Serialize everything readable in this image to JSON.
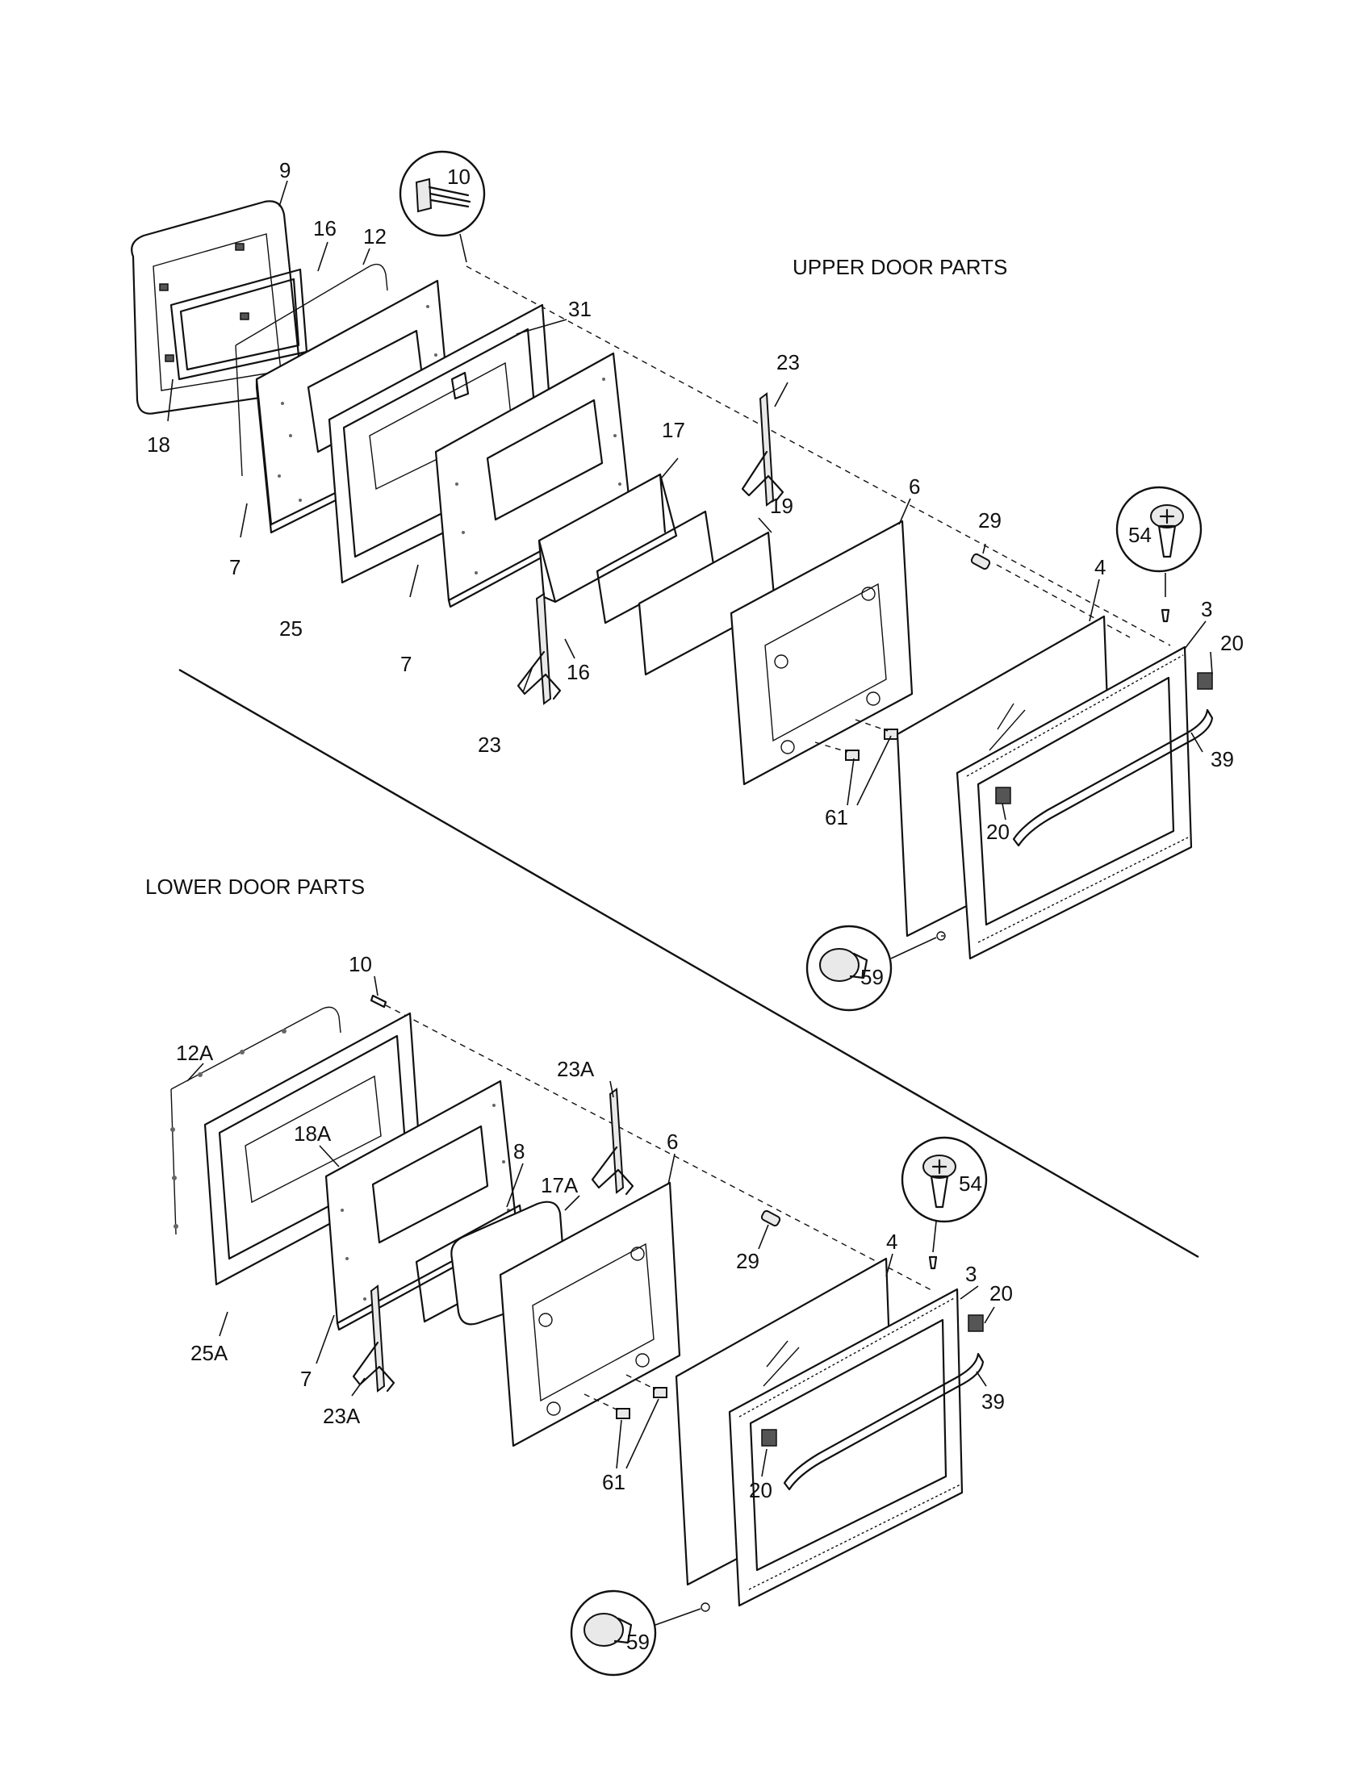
{
  "sections": {
    "upper_title": "UPPER DOOR PARTS",
    "lower_title": "LOWER DOOR PARTS"
  },
  "upper_labels": {
    "l9": "9",
    "l10": "10",
    "l16a": "16",
    "l12": "12",
    "l18": "18",
    "l31": "31",
    "l7a": "7",
    "l25": "25",
    "l7b": "7",
    "l17": "17",
    "l23a": "23",
    "l19": "19",
    "l16b": "16",
    "l23b": "23",
    "l6": "6",
    "l29": "29",
    "l54": "54",
    "l4": "4",
    "l3": "3",
    "l20a": "20",
    "l39": "39",
    "l61": "61",
    "l20b": "20",
    "l59": "59"
  },
  "lower_labels": {
    "l10": "10",
    "l12A": "12A",
    "l23Aa": "23A",
    "l18A": "18A",
    "l8": "8",
    "l6": "6",
    "l17A": "17A",
    "l54": "54",
    "l29": "29",
    "l4": "4",
    "l3": "3",
    "l20a": "20",
    "l25A": "25A",
    "l7": "7",
    "l39": "39",
    "l23Ab": "23A",
    "l61": "61",
    "l20b": "20",
    "l59": "59"
  }
}
